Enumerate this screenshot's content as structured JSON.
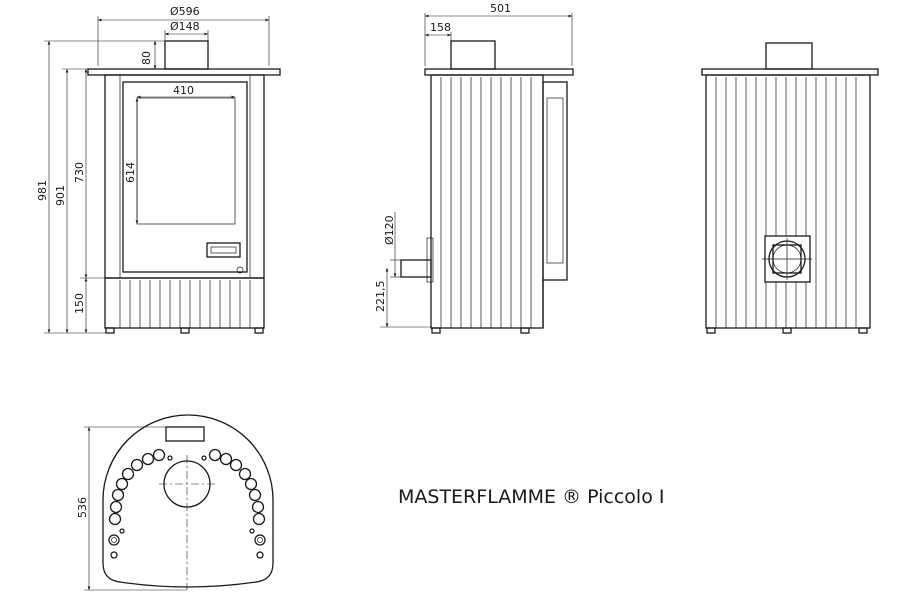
{
  "title": "MASTERFLAMME ® Piccolo I",
  "colors": {
    "line": "#1a1a1a",
    "background": "#ffffff"
  },
  "dimensions": {
    "front_width": "Ø596",
    "flue_diameter": "Ø148",
    "flue_height": "80",
    "door_width": "410",
    "door_height": "614",
    "total_height": "981",
    "body_height": "901",
    "door_zone_height": "730",
    "base_height": "150",
    "side_depth": "501",
    "flue_offset": "158",
    "air_inlet_diameter": "Ø120",
    "air_inlet_height": "221,5",
    "plan_depth": "536"
  },
  "views": [
    "front-view",
    "side-view",
    "back-view",
    "top-view"
  ]
}
